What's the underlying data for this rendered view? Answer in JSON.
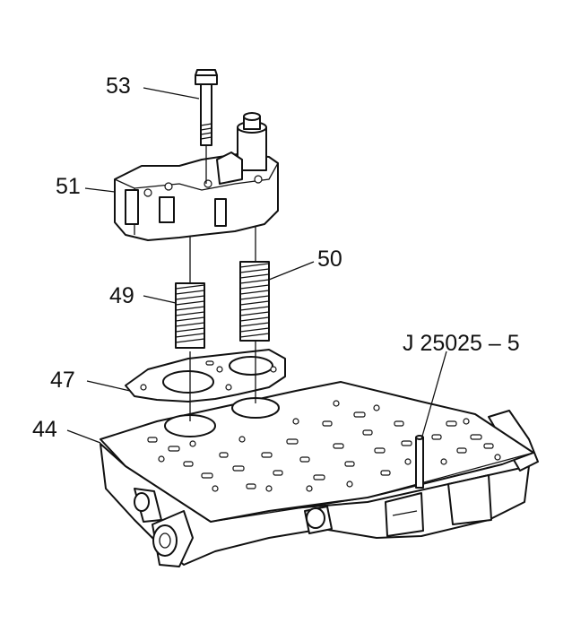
{
  "callouts": {
    "c53": "53",
    "c51": "51",
    "c50": "50",
    "c49": "49",
    "c47": "47",
    "c44": "44",
    "tool": "J 25025 – 5"
  },
  "colors": {
    "line": "#111111",
    "background": "#ffffff"
  }
}
